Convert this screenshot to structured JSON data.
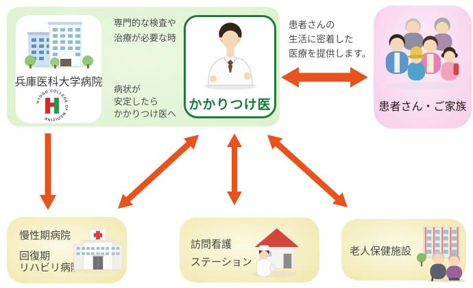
{
  "colors": {
    "arrow_orange": "#E8531D",
    "panel_green": "#DCF2CE",
    "doctor_green": "#1C7B3B",
    "family_pink": "#F8CDE9",
    "facility_yellow": "#F0E7AB",
    "text_gray": "#4A4A4A"
  },
  "hospital": {
    "name": "兵庫医科大学病院",
    "logo_text": "HYOGO COLLEGE OF MEDICINE",
    "icon": "hospital-building-icon",
    "logo_icon": "hospital-college-logo-icon"
  },
  "doctor": {
    "label": "かかりつけ医",
    "icon": "doctor-icon"
  },
  "family": {
    "label": "患者さん・ご家族",
    "icon": "family-group-icon"
  },
  "annotations": {
    "to_hospital": {
      "line1": "専門的な検査や",
      "line2": "治療が必要な時"
    },
    "to_doctor": {
      "line1": "病状が",
      "line2": "安定したら",
      "line3": "かかりつけ医へ"
    },
    "to_family": {
      "line1": "患者さんの",
      "line2": "生活に密着した",
      "line3": "医療を提供します。"
    }
  },
  "facilities": [
    {
      "line1": "慢性期病院",
      "line2": "回復期",
      "line3": "リハビリ病院",
      "icon": "clinic-building-icon"
    },
    {
      "line1": "訪問看護",
      "line2": "ステーション",
      "icon": "visiting-nurse-house-icon"
    },
    {
      "line1": "老人保健施設",
      "icon": "elderly-couple-facility-icon"
    }
  ],
  "arrows": [
    "doctor-to-hospital-arrow",
    "hospital-to-doctor-arrow",
    "doctor-family-double-arrow",
    "hospital-to-chronic-arrow",
    "doctor-chronic-double-arrow",
    "doctor-nurse-double-arrow",
    "doctor-elderly-double-arrow"
  ]
}
